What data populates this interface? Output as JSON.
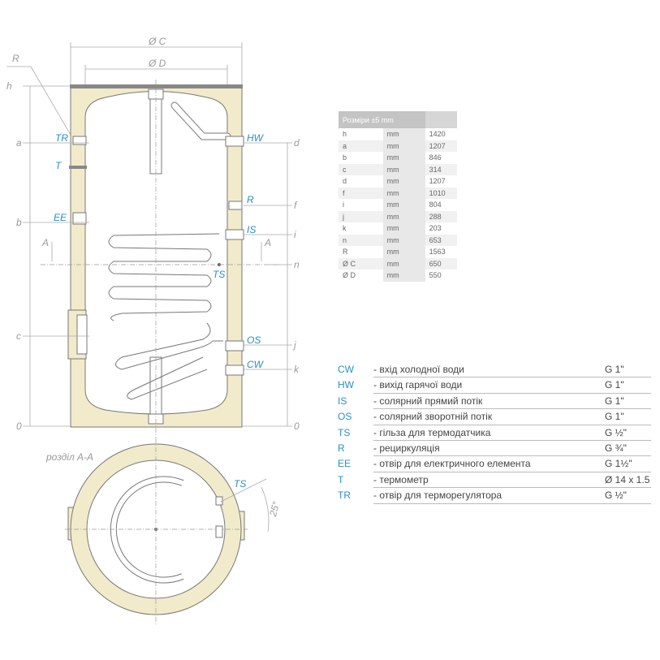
{
  "drawing": {
    "dim_labels": {
      "oc": "Ø C",
      "od": "Ø D",
      "r": "R",
      "h": "h",
      "a": "a",
      "b": "b",
      "c": "c",
      "zero_left": "0",
      "d": "d",
      "f": "f",
      "i": "i",
      "n": "n",
      "j": "j",
      "k": "k",
      "zero_right": "0",
      "a_left": "A",
      "a_right": "A"
    },
    "connection_labels": {
      "tr": "TR",
      "t": "T",
      "ee": "EE",
      "hw": "HW",
      "r": "R",
      "is": "IS",
      "ts": "TS",
      "os": "OS",
      "cw": "CW"
    },
    "section_title": "розділ А-А",
    "section_ts": "TS",
    "section_angle": "25°",
    "colors": {
      "insulation": "#f2ebcb",
      "steel": "#777777",
      "label_blue": "#2a90c2"
    }
  },
  "table": {
    "header": "Розміри ±5 mm",
    "rows": [
      {
        "k": "h",
        "u": "mm",
        "v": "1420"
      },
      {
        "k": "a",
        "u": "mm",
        "v": "1207"
      },
      {
        "k": "b",
        "u": "mm",
        "v": "846"
      },
      {
        "k": "c",
        "u": "mm",
        "v": "314"
      },
      {
        "k": "d",
        "u": "mm",
        "v": "1207"
      },
      {
        "k": "f",
        "u": "mm",
        "v": "1010"
      },
      {
        "k": "i",
        "u": "mm",
        "v": "804"
      },
      {
        "k": "j",
        "u": "mm",
        "v": "288"
      },
      {
        "k": "k",
        "u": "mm",
        "v": "203"
      },
      {
        "k": "n",
        "u": "mm",
        "v": "653"
      },
      {
        "k": "R",
        "u": "mm",
        "v": "1563"
      },
      {
        "k": "Ø C",
        "u": "mm",
        "v": "650"
      },
      {
        "k": "Ø D",
        "u": "mm",
        "v": "550"
      }
    ]
  },
  "legend": [
    {
      "code": "CW",
      "desc": "- вхід холодної води",
      "val": "G 1\""
    },
    {
      "code": "HW",
      "desc": "- вихід гарячої води",
      "val": "G 1\""
    },
    {
      "code": "IS",
      "desc": "- солярний прямий потік",
      "val": "G 1\""
    },
    {
      "code": "OS",
      "desc": "- солярний зворотній потік",
      "val": "G 1\""
    },
    {
      "code": "TS",
      "desc": "- гільза для термодатчика",
      "val": "G ½\""
    },
    {
      "code": "R",
      "desc": "- рециркуляція",
      "val": "G ¾\""
    },
    {
      "code": "EE",
      "desc": "- отвір для електричного елемента",
      "val": "G 1½\""
    },
    {
      "code": "T",
      "desc": "- термометр",
      "val": "Ø 14 x 1.5"
    },
    {
      "code": "TR",
      "desc": "- отвір для терморегулятора",
      "val": "G ½\""
    }
  ]
}
